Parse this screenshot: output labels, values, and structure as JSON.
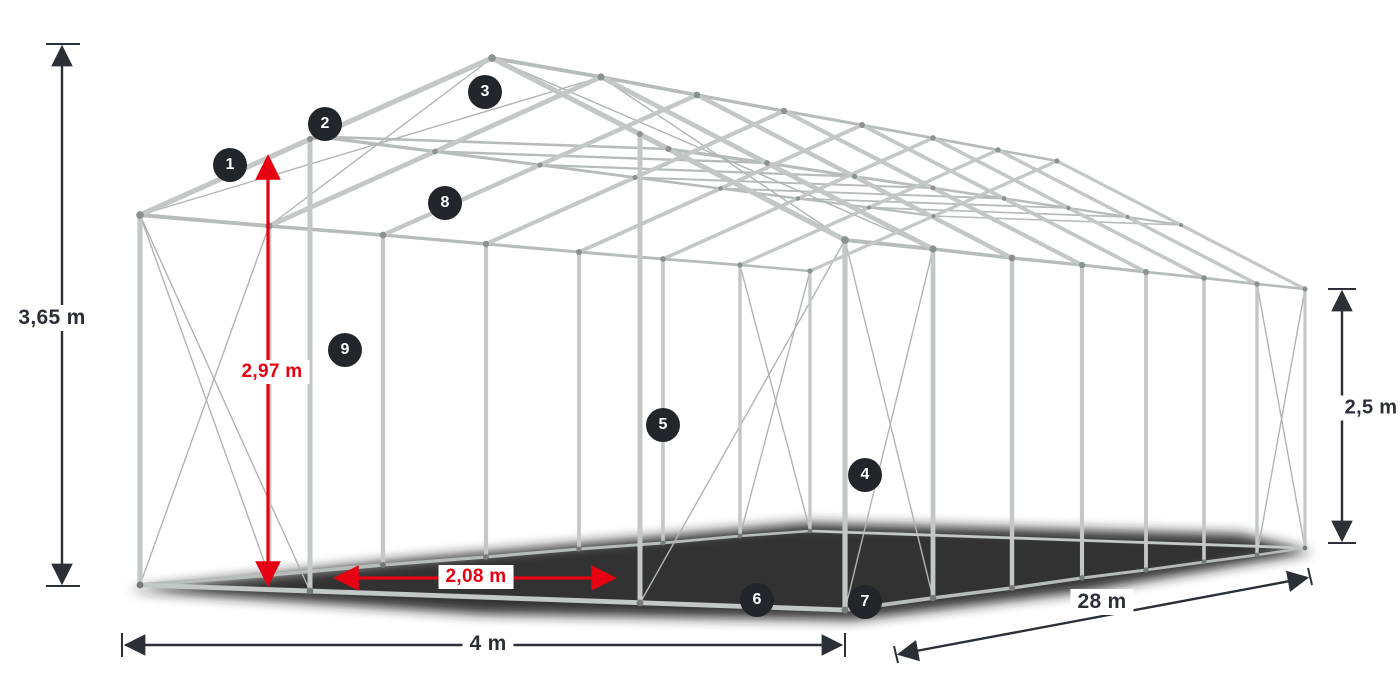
{
  "dimensions": {
    "total_height": "3,65 m",
    "clear_height": "2,97 m",
    "side_height": "2,5 m",
    "entrance_width": "2,08 m",
    "width": "4 m",
    "length": "28 m"
  },
  "callouts": [
    "1",
    "2",
    "3",
    "4",
    "5",
    "6",
    "7",
    "8",
    "9"
  ],
  "colors": {
    "annotation_dark": "#2b2f36",
    "accent_red": "#e60012",
    "frame_tube": "#c3c7c6",
    "badge_background": "#22262b"
  }
}
